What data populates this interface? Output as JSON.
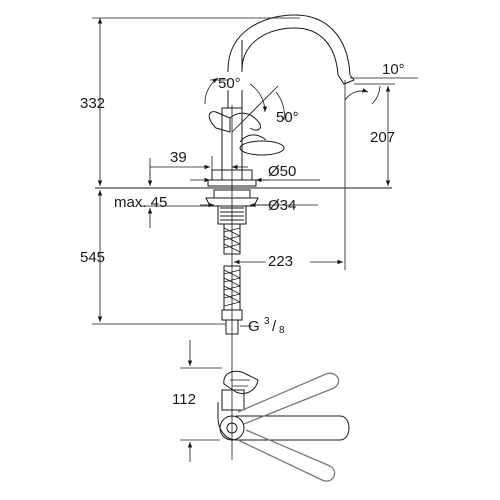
{
  "dimensions": {
    "total_height_above": "332",
    "spout_height": "207",
    "below_counter": "545",
    "lever_angle_a": "50°",
    "lever_angle_b": "50°",
    "spout_tilt": "10°",
    "handle_offset": "39",
    "base_diameter": "Ø50",
    "max_counter_thickness": "max. 45",
    "hole_diameter": "Ø34",
    "spout_reach": "223",
    "thread_size": "G",
    "thread_fraction_num": "3",
    "thread_fraction_den": "8",
    "top_view_width": "112"
  },
  "colors": {
    "line": "#1a1a1a",
    "hidden": "#7a7a7a",
    "background": "#ffffff"
  }
}
